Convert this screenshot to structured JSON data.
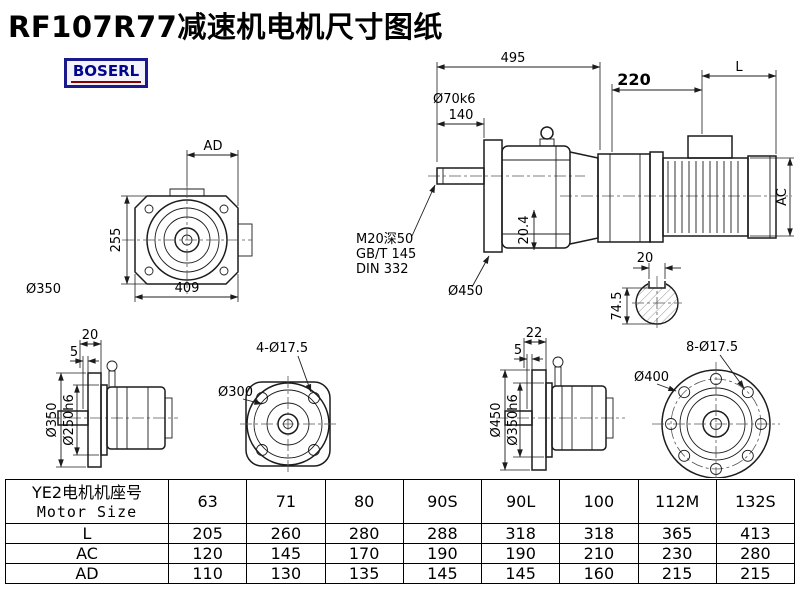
{
  "page": {
    "title": "RF107R77减速机电机尺寸图纸",
    "logo_text": "BOSERL"
  },
  "front_view": {
    "dim_ad": "AD",
    "dim_height": "255",
    "dim_width": "409",
    "dim_diameter": "Ø350"
  },
  "side_view": {
    "dim_total": "495",
    "dim_shaft_len": "140",
    "dim_shaft_dia": "Ø70k6",
    "dim_220": "220",
    "dim_motor_len": "L",
    "dim_motor_dia": "AC",
    "dim_hub": "20.4",
    "note_tap": "M20深50",
    "note_std1": "GB/T 145",
    "note_std2": "DIN 332",
    "dim_flange": "Ø450",
    "key_width": "20",
    "key_height": "74.5"
  },
  "flange_side_small": {
    "dim_20": "20",
    "dim_5": "5",
    "flange_od": "Ø350",
    "spigot_dia": "Ø250h6"
  },
  "flange_front_small": {
    "holes": "4-Ø17.5",
    "bolt_circle": "Ø300"
  },
  "flange_side_large": {
    "dim_22": "22",
    "dim_5": "5",
    "flange_od": "Ø450",
    "spigot_dia": "Ø350h6"
  },
  "flange_front_large": {
    "holes": "8-Ø17.5",
    "bolt_circle": "Ø400"
  },
  "table": {
    "header_line1": "YE2电机机座号",
    "header_line2": "Motor Size",
    "sizes": [
      "63",
      "71",
      "80",
      "90S",
      "90L",
      "100",
      "112M",
      "132S"
    ],
    "rows": [
      {
        "label": "L",
        "values": [
          "205",
          "260",
          "280",
          "288",
          "318",
          "318",
          "365",
          "413"
        ]
      },
      {
        "label": "AC",
        "values": [
          "120",
          "145",
          "170",
          "190",
          "190",
          "210",
          "230",
          "280"
        ]
      },
      {
        "label": "AD",
        "values": [
          "110",
          "130",
          "135",
          "145",
          "145",
          "160",
          "215",
          "215"
        ]
      }
    ]
  }
}
